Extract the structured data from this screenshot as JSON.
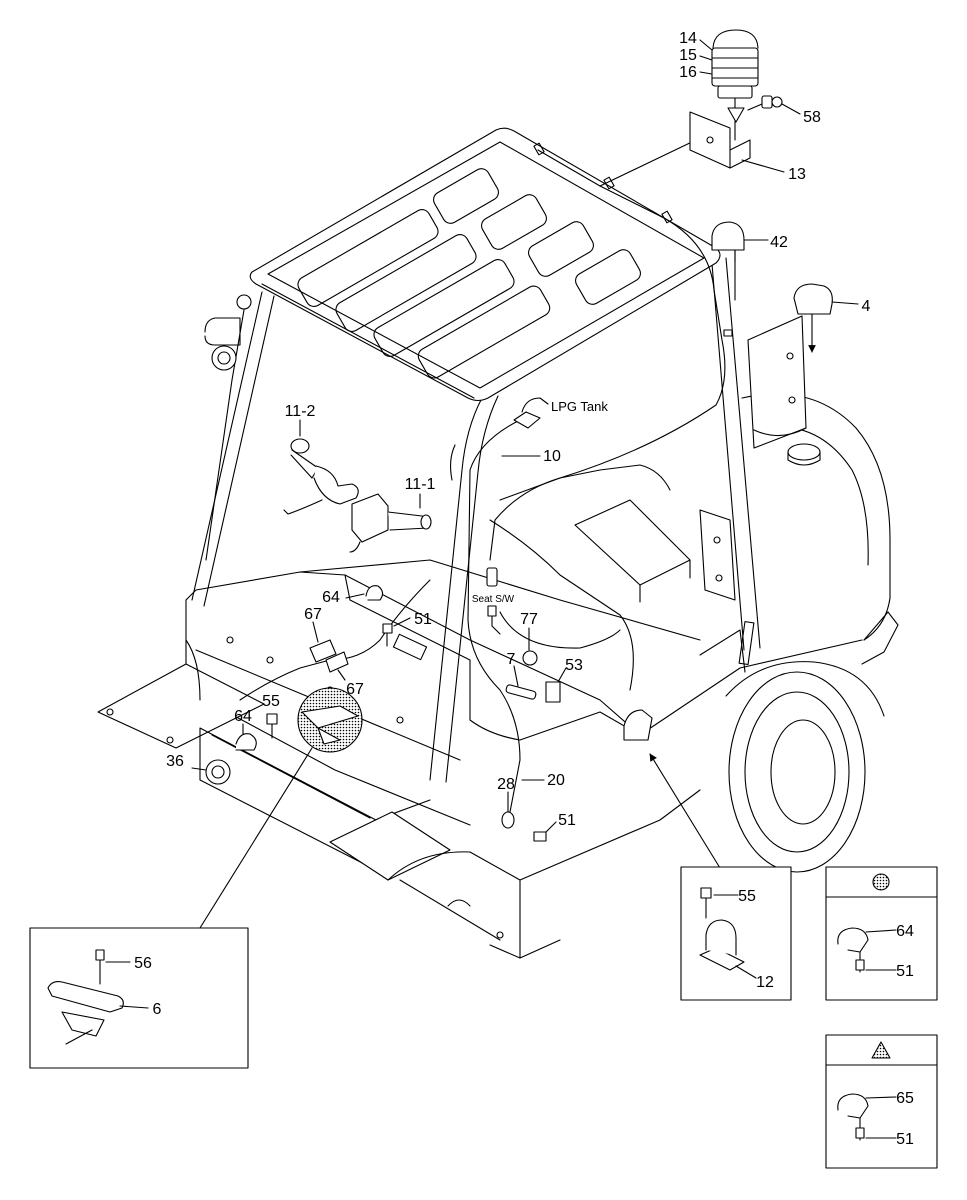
{
  "colors": {
    "line": "#000000",
    "background": "#ffffff"
  },
  "callouts": {
    "beacon_14": "14",
    "beacon_15": "15",
    "beacon_16": "16",
    "bolt_58": "58",
    "bracket_13": "13",
    "lamp_42": "42",
    "lamp_4": "4",
    "lpg_tank_note": "LPG Tank",
    "harness_10": "10",
    "switch_11_2": "11-2",
    "switch_11_1": "11-1",
    "clamp_64_upper": "64",
    "seat_switch_note": "Seat S/W",
    "bolt_51_upper": "51",
    "part_77": "77",
    "part_67_upper": "67",
    "part_7": "7",
    "part_53": "53",
    "part_67_lower": "67",
    "clamp_64_lower": "64",
    "bolt_55": "55",
    "horn_36": "36",
    "part_28": "28",
    "harness_20": "20",
    "bolt_51_lower": "51"
  },
  "insets": {
    "pedal": {
      "bolt": "56",
      "pedal": "6"
    },
    "buzzer": {
      "bolt": "55",
      "buzzer": "12"
    },
    "clamp_dot": {
      "symbol_icon": "stippled-dot-icon",
      "clamp": "64",
      "bolt": "51"
    },
    "clamp_triangle": {
      "symbol_icon": "stippled-triangle-icon",
      "clamp": "65",
      "bolt": "51"
    }
  }
}
